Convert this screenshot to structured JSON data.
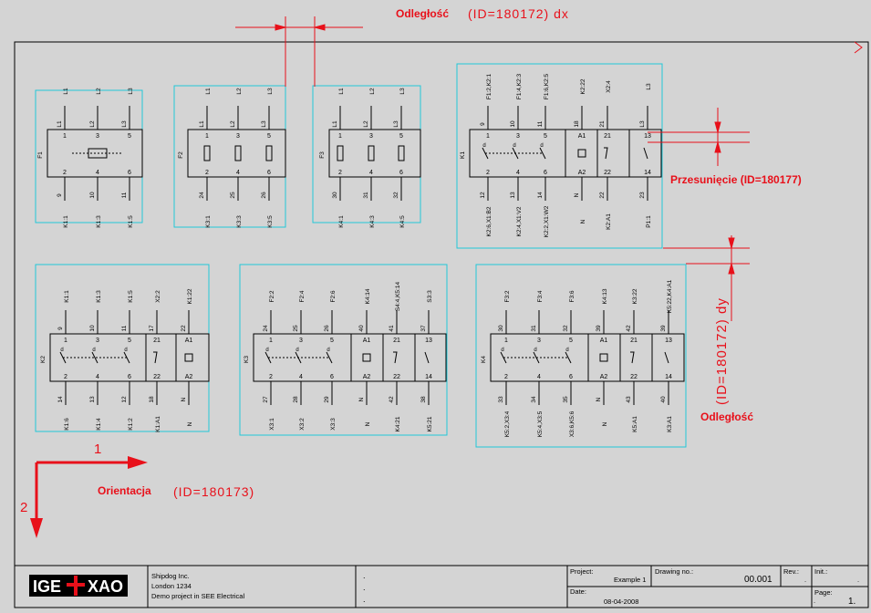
{
  "annotations": {
    "distance_top_label": "Odległość",
    "distance_top_id": "(ID=180172)  dx",
    "offset_label": "Przesunięcie (ID=180177)",
    "distance_right_label": "Odległość",
    "distance_right_id": "(ID=180172)  dy",
    "orientation_label": "Orientacja",
    "orientation_id": "(ID=180173)",
    "axis_1": "1",
    "axis_2": "2"
  },
  "colors": {
    "annotation": "#e8101a",
    "frame": "#22c8d8",
    "line": "#000000"
  },
  "title_block": {
    "logo_left": "IGE",
    "logo_right": "XAO",
    "company": [
      "Shipdog Inc.",
      "London 1234",
      "Demo project in SEE Electrical"
    ],
    "project_label": "Project:",
    "project_value": "Example 1",
    "drawing_label": "Drawing no.:",
    "drawing_value": "00.001",
    "rev_label": "Rev.:",
    "init_label": "Init.:",
    "date_label": "Date:",
    "date_value": "08-04-2008",
    "page_label": "Page:",
    "page_value": "1."
  },
  "components": [
    {
      "name": "F1",
      "cols": [
        {
          "top": "L1",
          "tn": "L1",
          "cn": "1",
          "bn": "2",
          "bt": "9",
          "bot": "K1:1"
        },
        {
          "top": "L2",
          "tn": "L2",
          "cn": "3",
          "bn": "4",
          "bt": "10",
          "bot": "K1:3"
        },
        {
          "top": "L3",
          "tn": "L3",
          "cn": "5",
          "bn": "6",
          "bt": "11",
          "bot": "K1:5"
        }
      ]
    },
    {
      "name": "F2",
      "cols": [
        {
          "top": "L1",
          "tn": "L1",
          "cn": "1",
          "bn": "2",
          "bt": "24",
          "bot": "K3:1"
        },
        {
          "top": "L2",
          "tn": "L2",
          "cn": "3",
          "bn": "4",
          "bt": "25",
          "bot": "K3:3"
        },
        {
          "top": "L3",
          "tn": "L3",
          "cn": "5",
          "bn": "6",
          "bt": "26",
          "bot": "K3:5"
        }
      ]
    },
    {
      "name": "F3",
      "cols": [
        {
          "top": "L1",
          "tn": "L1",
          "cn": "1",
          "bn": "2",
          "bt": "30",
          "bot": "K4:1"
        },
        {
          "top": "L2",
          "tn": "L2",
          "cn": "3",
          "bn": "4",
          "bt": "31",
          "bot": "K4:3"
        },
        {
          "top": "L3",
          "tn": "L3",
          "cn": "5",
          "bn": "6",
          "bt": "32",
          "bot": "K4:5"
        }
      ]
    },
    {
      "name": "K1",
      "cols": [
        {
          "top": "F1:2,K2:1",
          "tn": "9",
          "cn": "1",
          "bn": "2",
          "bt": "12",
          "bot": "K2:6,X1:B2"
        },
        {
          "top": "F1:4,K2:3",
          "tn": "10",
          "cn": "3",
          "bn": "4",
          "bt": "13",
          "bot": "K2:4,X1:V2"
        },
        {
          "top": "F1:6,K2:5",
          "tn": "11",
          "cn": "5",
          "bn": "6",
          "bt": "14",
          "bot": "K2:2,X1:W2"
        },
        {
          "top": "K2:22",
          "tn": "18",
          "cn": "A1",
          "bn": "A2",
          "bt": "N",
          "bot": "N"
        },
        {
          "top": "X2:4",
          "tn": "21",
          "cn": "21",
          "bn": "22",
          "bt": "22",
          "bot": "K2:A1"
        },
        {
          "top": "L3",
          "tn": "L3",
          "cn": "13",
          "bn": "14",
          "bt": "23",
          "bot": "P1:1"
        }
      ]
    },
    {
      "name": "K2",
      "cols": [
        {
          "top": "K1:1",
          "tn": "9",
          "cn": "1",
          "bn": "2",
          "bt": "14",
          "bot": "K1:6"
        },
        {
          "top": "K1:3",
          "tn": "10",
          "cn": "3",
          "bn": "4",
          "bt": "13",
          "bot": "K1:4"
        },
        {
          "top": "K1:5",
          "tn": "11",
          "cn": "5",
          "bn": "6",
          "bt": "12",
          "bot": "K1:2"
        },
        {
          "top": "X2:2",
          "tn": "17",
          "cn": "21",
          "bn": "22",
          "bt": "18",
          "bot": "K1:A1"
        },
        {
          "top": "K1:22",
          "tn": "22",
          "cn": "A1",
          "bn": "A2",
          "bt": "N",
          "bot": "N"
        }
      ]
    },
    {
      "name": "K3",
      "cols": [
        {
          "top": "F2:2",
          "tn": "24",
          "cn": "1",
          "bn": "2",
          "bt": "27",
          "bot": "X3:1"
        },
        {
          "top": "F2:4",
          "tn": "25",
          "cn": "3",
          "bn": "4",
          "bt": "28",
          "bot": "X3:2"
        },
        {
          "top": "F2:6",
          "tn": "26",
          "cn": "5",
          "bn": "6",
          "bt": "29",
          "bot": "X3:3"
        },
        {
          "top": "K4:14",
          "tn": "40",
          "cn": "A1",
          "bn": "A2",
          "bt": "N",
          "bot": "N"
        },
        {
          "top": "S4:4,K5:14",
          "tn": "41",
          "cn": "21",
          "bn": "22",
          "bt": "42",
          "bot": "K4:21"
        },
        {
          "top": "S3:3",
          "tn": "37",
          "cn": "13",
          "bn": "14",
          "bt": "38",
          "bot": "K5:21"
        }
      ]
    },
    {
      "name": "K4",
      "cols": [
        {
          "top": "F3:2",
          "tn": "30",
          "cn": "1",
          "bn": "2",
          "bt": "33",
          "bot": "K5:2,X3:4"
        },
        {
          "top": "F3:4",
          "tn": "31",
          "cn": "3",
          "bn": "4",
          "bt": "34",
          "bot": "K5:4,X3:5"
        },
        {
          "top": "F3:6",
          "tn": "32",
          "cn": "5",
          "bn": "6",
          "bt": "35",
          "bot": "X3:6,K5:6"
        },
        {
          "top": "K4:13",
          "tn": "39",
          "cn": "A1",
          "bn": "A2",
          "bt": "N",
          "bot": "N"
        },
        {
          "top": "K3:22",
          "tn": "42",
          "cn": "21",
          "bn": "22",
          "bt": "43",
          "bot": "K5:A1"
        },
        {
          "top": "K5:22,K4:A1",
          "tn": "39",
          "cn": "13",
          "bn": "14",
          "bt": "40",
          "bot": "K3:A1"
        }
      ]
    }
  ]
}
